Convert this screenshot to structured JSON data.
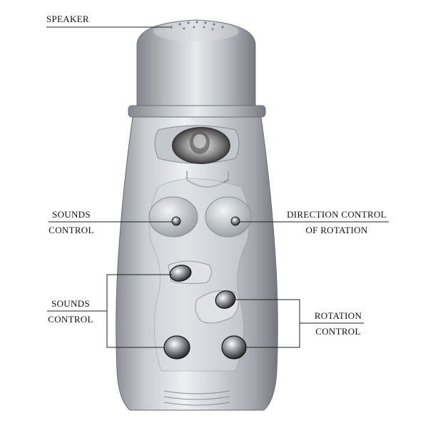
{
  "labels": {
    "speaker": "SPEAKER",
    "sounds_top_line1": "SOUNDS",
    "sounds_top_line2": "CONTROL",
    "direction_line1": "DIRECTION CONTROL",
    "direction_line2": "OF ROTATION",
    "sounds_bottom_line1": "SOUNDS",
    "sounds_bottom_line2": "CONTROL",
    "rotation_line1": "ROTATION",
    "rotation_line2": "CONTROL"
  },
  "colors": {
    "body_light": "#e4e6ea",
    "body_mid": "#b9bcc2",
    "body_dark": "#7d8087",
    "leader_line": "#222222"
  }
}
